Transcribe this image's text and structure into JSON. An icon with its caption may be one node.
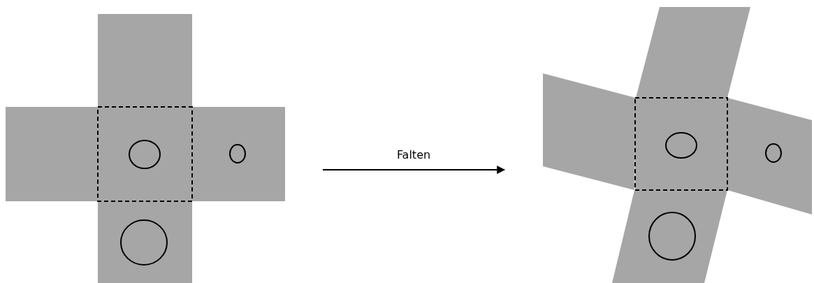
{
  "diagram": {
    "nodes": [
      {
        "text": [],
        "shape": "picture"
      },
      {
        "text": [],
        "shape": "picture"
      }
    ],
    "edges": [
      {
        "from": 0,
        "to": 1,
        "arrow": "to",
        "label": "Falten"
      }
    ]
  }
}
